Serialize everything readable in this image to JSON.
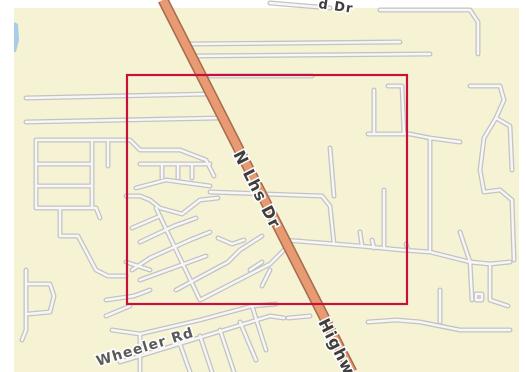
{
  "map": {
    "labels": {
      "top_road_partial": "d Dr",
      "n_lhs_dr": "N Lhs Dr",
      "highway_partial": "Highw",
      "wheeler_rd": "Wheeler Rd"
    },
    "colors": {
      "land": "#f6f3d5",
      "outside": "#ffffff",
      "road_casing": "#c3c3c3",
      "road_fill": "#f7f7f7",
      "highway_casing": "#a56b4d",
      "highway_fill": "#e89a72",
      "water": "#a8cde8",
      "selection": "#c8103c",
      "label_text": "#3e3e3e",
      "label_halo": "#ffffff"
    },
    "selection_box": {
      "shape": "rectangle",
      "highlighted": true
    }
  }
}
